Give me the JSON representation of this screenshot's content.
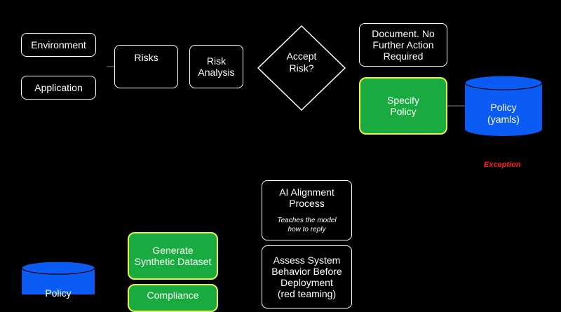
{
  "nodes": {
    "environment": "Environment",
    "application": "Application",
    "risks": "Risks",
    "risk_analysis": [
      "Risk",
      "Analysis"
    ],
    "accept_risk": [
      "Accept",
      "Risk?"
    ],
    "document": [
      "Document. No",
      "Further Action",
      "Required"
    ],
    "specify_policy": [
      "Specify",
      "Policy"
    ],
    "policy_store_top": [
      "Policy",
      "(yamls)"
    ],
    "exception": "Exception",
    "ai_alignment": {
      "title": [
        "AI Alignment",
        "Process"
      ],
      "note": [
        "Teaches the model",
        "how to reply"
      ]
    },
    "generate_dataset": [
      "Generate",
      "Synthetic Dataset"
    ],
    "assess_behavior": [
      "Assess System",
      "Behavior Before",
      "Deployment",
      "(red teaming)"
    ],
    "compliance": "Compliance",
    "policy_store_bottom": "Policy"
  },
  "colors": {
    "background": "#000000",
    "green_fill": "#1aab40",
    "green_border": "#e8f24a",
    "cylinder_fill": "#0a5cf5",
    "exception_text": "#ff2020"
  }
}
